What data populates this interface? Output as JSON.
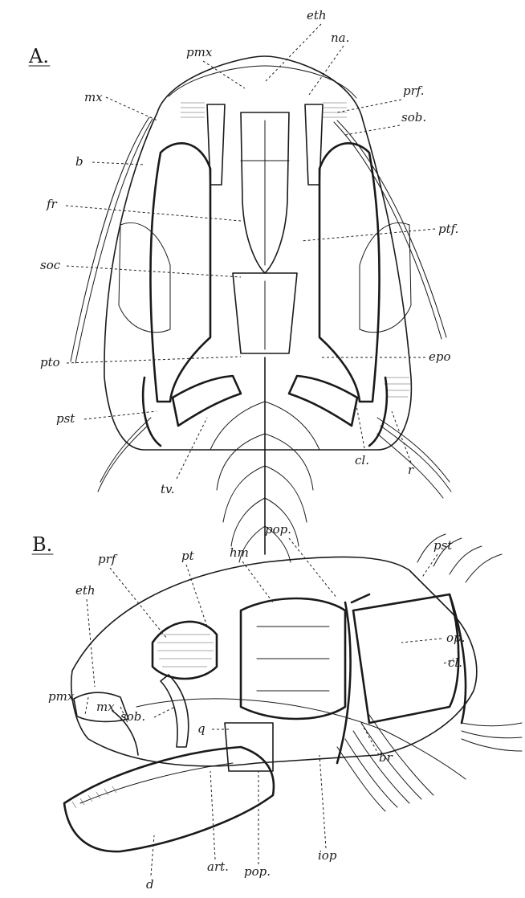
{
  "panels": [
    {
      "id": "A",
      "label": "A.",
      "labels": [
        "pmx",
        "eth",
        "na.",
        "mx",
        "prf.",
        "sob.",
        "b",
        "fr",
        "ptf.",
        "soc",
        "pto",
        "epo",
        "pst",
        "cl.",
        "r",
        "tv."
      ]
    },
    {
      "id": "B",
      "label": "B.",
      "labels": [
        "pst",
        "pop.",
        "hm",
        "prf",
        "pt",
        "eth",
        "op.",
        "cl.",
        "pmx",
        "mx",
        "sob.",
        "q",
        "br",
        "d",
        "art.",
        "pop.",
        "iop"
      ]
    }
  ]
}
